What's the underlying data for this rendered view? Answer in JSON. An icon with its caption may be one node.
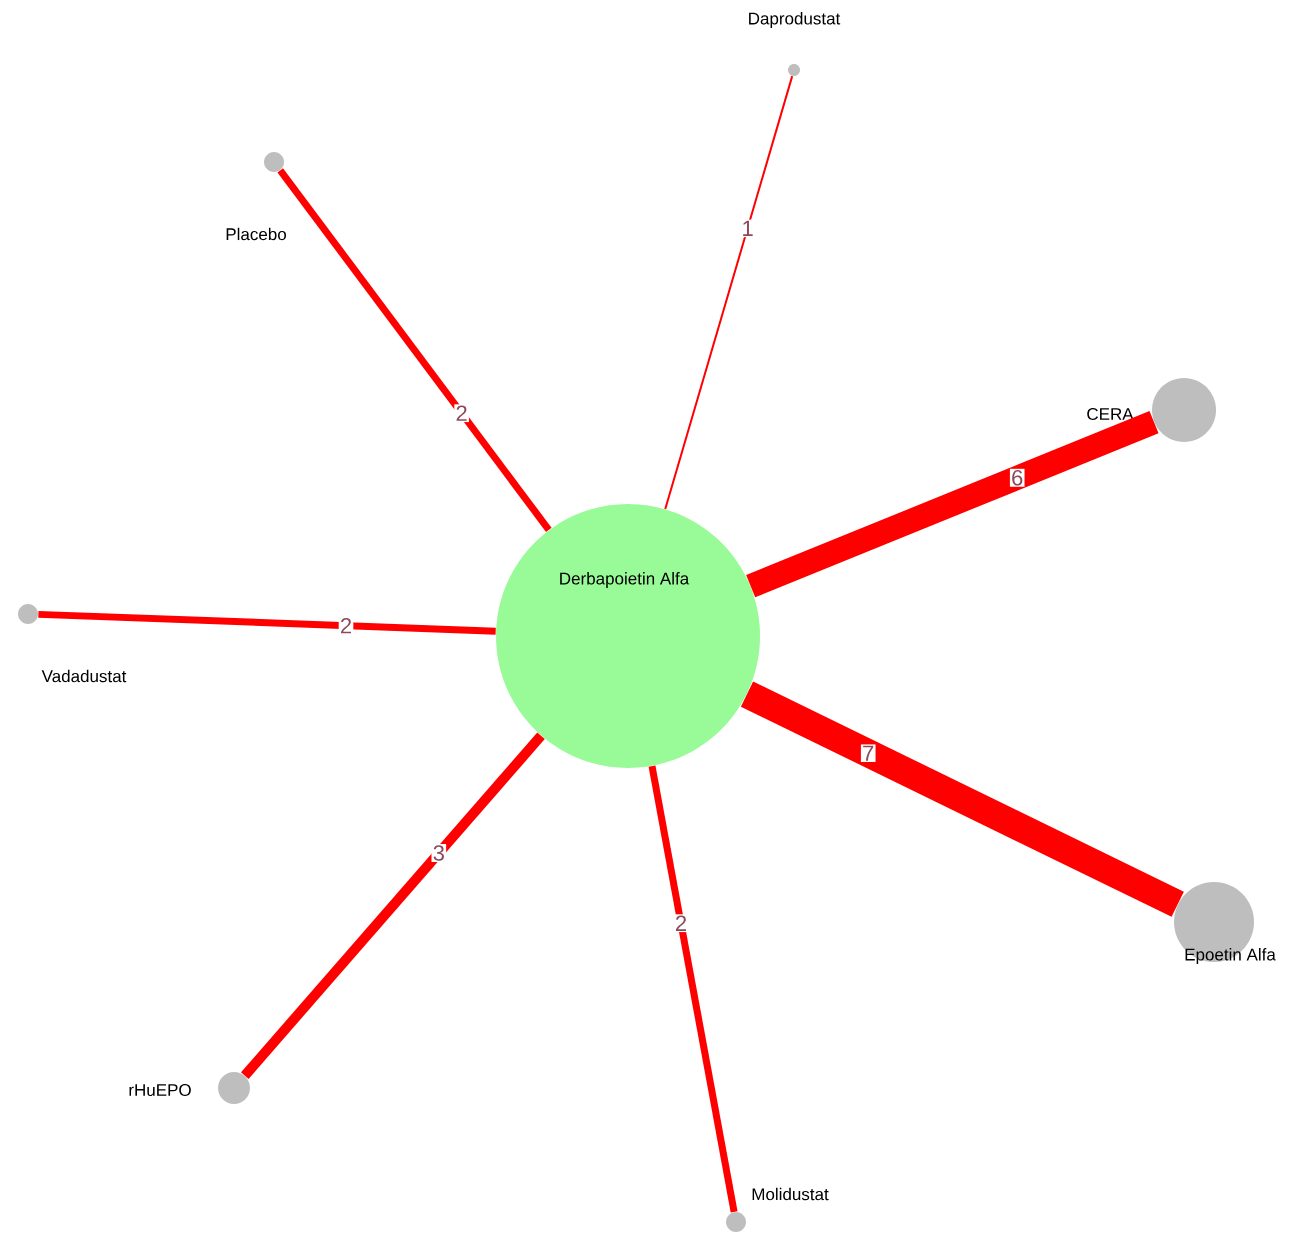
{
  "diagram": {
    "nodes": [
      {
        "text": [
          "Daprodustat"
        ]
      },
      {
        "text": [
          "Placebo"
        ]
      },
      {
        "text": [
          "CERA"
        ]
      },
      {
        "text": [
          "Derbapoietin Alfa"
        ]
      },
      {
        "text": [
          "Vadadustat"
        ]
      },
      {
        "text": [
          "Epoetin Alfa"
        ]
      },
      {
        "text": [
          "rHuEPO"
        ]
      },
      {
        "text": [
          "Molidustat"
        ]
      }
    ],
    "edges": [
      {
        "from": 3,
        "to": 0,
        "arrow": "none",
        "label": "1"
      },
      {
        "from": 3,
        "to": 1,
        "arrow": "none",
        "label": "2"
      },
      {
        "from": 3,
        "to": 2,
        "arrow": "none",
        "label": "6",
        "style": "thick"
      },
      {
        "from": 3,
        "to": 4,
        "arrow": "none",
        "label": "2"
      },
      {
        "from": 3,
        "to": 5,
        "arrow": "none",
        "label": "7",
        "style": "thick"
      },
      {
        "from": 3,
        "to": 6,
        "arrow": "none",
        "label": "3"
      },
      {
        "from": 3,
        "to": 7,
        "arrow": "none",
        "label": "2"
      }
    ]
  }
}
